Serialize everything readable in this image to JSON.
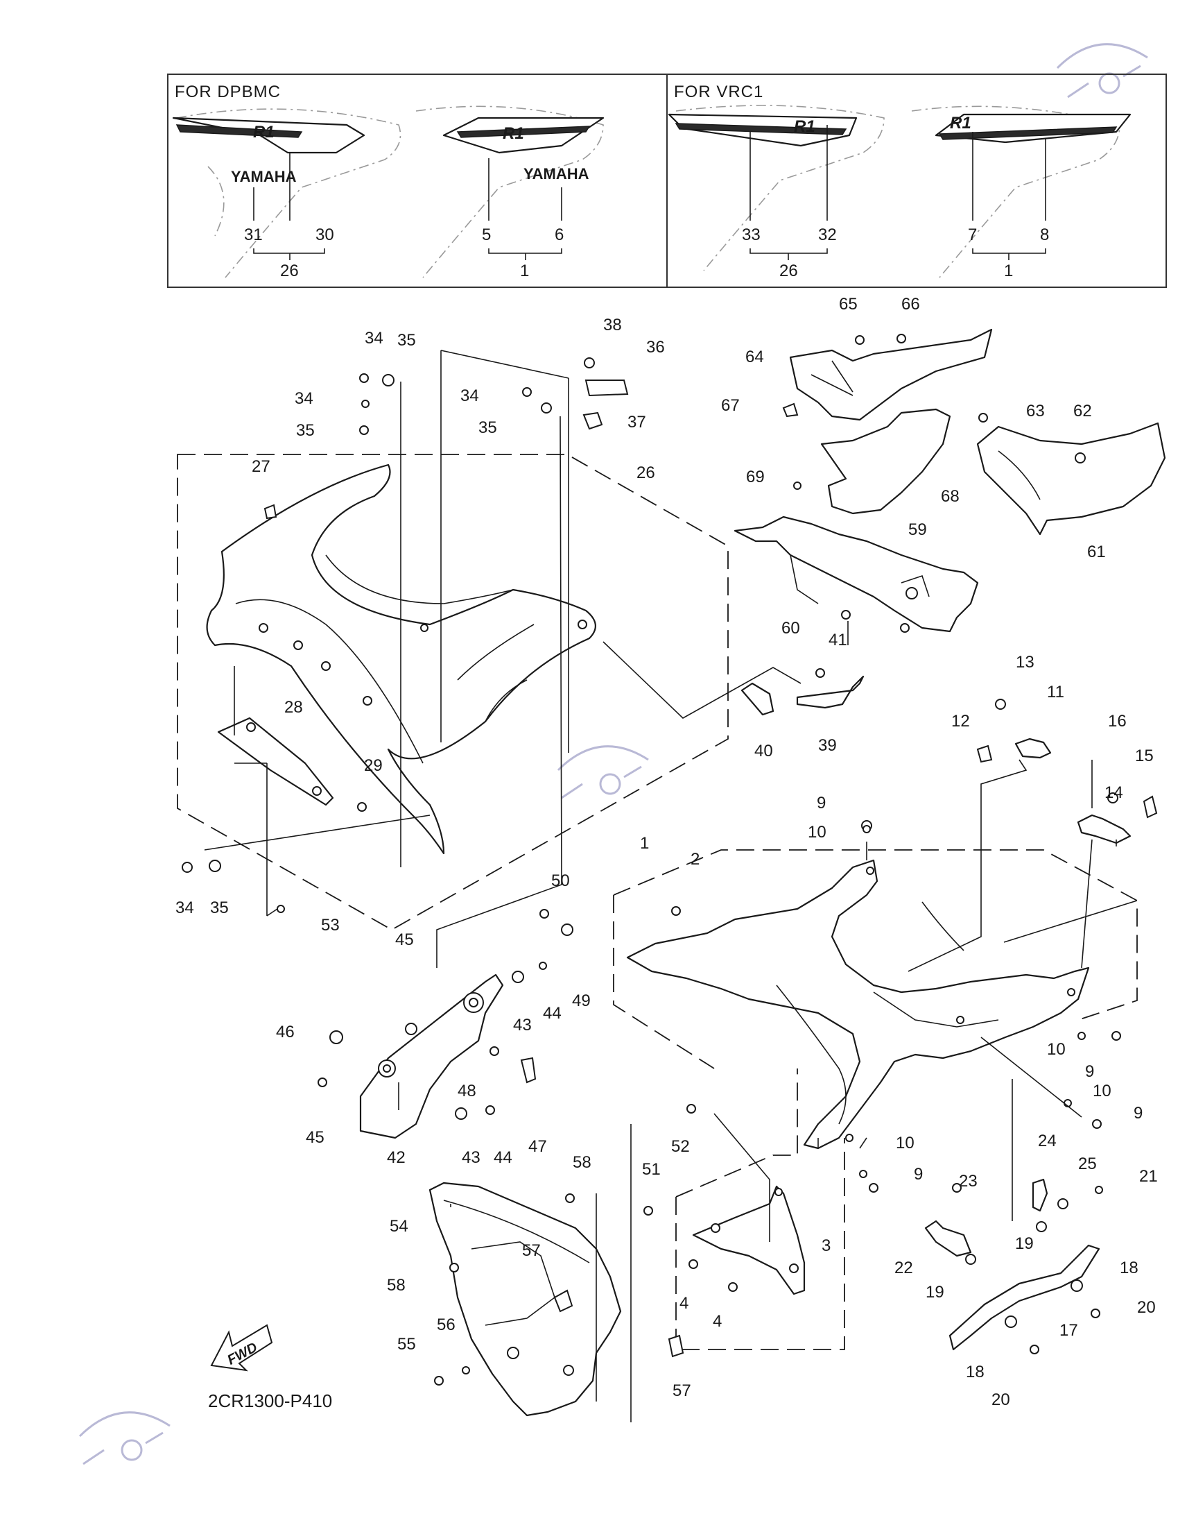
{
  "diagram": {
    "diagram_code": "2CR1300-P410",
    "fwd_label": "FWD",
    "inset_left": {
      "header": "FOR DPBMC",
      "logo_text": "YAMAHA",
      "badge_text": "R1",
      "callouts": [
        "31",
        "30",
        "26",
        "5",
        "6",
        "1"
      ]
    },
    "inset_right": {
      "header": "FOR VRC1",
      "badge_text": "R1",
      "callouts": [
        "33",
        "32",
        "26",
        "7",
        "8",
        "1"
      ]
    },
    "callouts": [
      {
        "id": "c65",
        "text": "65"
      },
      {
        "id": "c66",
        "text": "66"
      },
      {
        "id": "c64",
        "text": "64"
      },
      {
        "id": "c67",
        "text": "67"
      },
      {
        "id": "c63",
        "text": "63"
      },
      {
        "id": "c62",
        "text": "62"
      },
      {
        "id": "c69",
        "text": "69"
      },
      {
        "id": "c68",
        "text": "68"
      },
      {
        "id": "c61",
        "text": "61"
      },
      {
        "id": "c59",
        "text": "59"
      },
      {
        "id": "c60",
        "text": "60"
      },
      {
        "id": "c41",
        "text": "41"
      },
      {
        "id": "c40",
        "text": "40"
      },
      {
        "id": "c39",
        "text": "39"
      },
      {
        "id": "c38",
        "text": "38"
      },
      {
        "id": "c36",
        "text": "36"
      },
      {
        "id": "c34a",
        "text": "34"
      },
      {
        "id": "c35a",
        "text": "35"
      },
      {
        "id": "c34b",
        "text": "34"
      },
      {
        "id": "c35b",
        "text": "35"
      },
      {
        "id": "c34c",
        "text": "34"
      },
      {
        "id": "c35c",
        "text": "35"
      },
      {
        "id": "c37",
        "text": "37"
      },
      {
        "id": "c27",
        "text": "27"
      },
      {
        "id": "c26",
        "text": "26"
      },
      {
        "id": "c28",
        "text": "28"
      },
      {
        "id": "c29",
        "text": "29"
      },
      {
        "id": "c34d",
        "text": "34"
      },
      {
        "id": "c35d",
        "text": "35"
      },
      {
        "id": "c53",
        "text": "53"
      },
      {
        "id": "c13",
        "text": "13"
      },
      {
        "id": "c11",
        "text": "11"
      },
      {
        "id": "c12",
        "text": "12"
      },
      {
        "id": "c16",
        "text": "16"
      },
      {
        "id": "c15",
        "text": "15"
      },
      {
        "id": "c14",
        "text": "14"
      },
      {
        "id": "c9a",
        "text": "9"
      },
      {
        "id": "c10a",
        "text": "10"
      },
      {
        "id": "c1",
        "text": "1"
      },
      {
        "id": "c2",
        "text": "2"
      },
      {
        "id": "c50",
        "text": "50"
      },
      {
        "id": "c45a",
        "text": "45"
      },
      {
        "id": "c43a",
        "text": "43"
      },
      {
        "id": "c44a",
        "text": "44"
      },
      {
        "id": "c49",
        "text": "49"
      },
      {
        "id": "c46",
        "text": "46"
      },
      {
        "id": "c48",
        "text": "48"
      },
      {
        "id": "c47",
        "text": "47"
      },
      {
        "id": "c45b",
        "text": "45"
      },
      {
        "id": "c42",
        "text": "42"
      },
      {
        "id": "c43b",
        "text": "43"
      },
      {
        "id": "c44b",
        "text": "44"
      },
      {
        "id": "c10b",
        "text": "10"
      },
      {
        "id": "c9b",
        "text": "9"
      },
      {
        "id": "c10c",
        "text": "10"
      },
      {
        "id": "c9c",
        "text": "9"
      },
      {
        "id": "c52",
        "text": "52"
      },
      {
        "id": "c10d",
        "text": "10"
      },
      {
        "id": "c9d",
        "text": "9"
      },
      {
        "id": "c24",
        "text": "24"
      },
      {
        "id": "c25",
        "text": "25"
      },
      {
        "id": "c23",
        "text": "23"
      },
      {
        "id": "c21",
        "text": "21"
      },
      {
        "id": "c58a",
        "text": "58"
      },
      {
        "id": "c51",
        "text": "51"
      },
      {
        "id": "c3",
        "text": "3"
      },
      {
        "id": "c54",
        "text": "54"
      },
      {
        "id": "c57a",
        "text": "57"
      },
      {
        "id": "c58b",
        "text": "58"
      },
      {
        "id": "c4a",
        "text": "4"
      },
      {
        "id": "c4b",
        "text": "4"
      },
      {
        "id": "c22",
        "text": "22"
      },
      {
        "id": "c19a",
        "text": "19"
      },
      {
        "id": "c19b",
        "text": "19"
      },
      {
        "id": "c18a",
        "text": "18"
      },
      {
        "id": "c20a",
        "text": "20"
      },
      {
        "id": "c17",
        "text": "17"
      },
      {
        "id": "c18b",
        "text": "18"
      },
      {
        "id": "c20b",
        "text": "20"
      },
      {
        "id": "c56",
        "text": "56"
      },
      {
        "id": "c55",
        "text": "55"
      },
      {
        "id": "c57b",
        "text": "57"
      }
    ]
  }
}
